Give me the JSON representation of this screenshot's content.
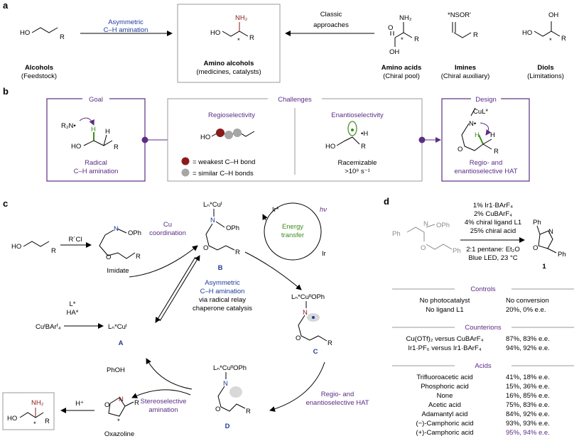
{
  "panel_a": {
    "letter": "a",
    "arrow_left_label": [
      "Asymmetric",
      "C–H amination"
    ],
    "arrow_right_label": [
      "Classic",
      "approaches"
    ],
    "alcohol": {
      "name": "Alcohols",
      "sub": "(Feedstock)"
    },
    "amino_alcohol": {
      "name": "Amino alcohols",
      "sub": "(medicines, catalysts)"
    },
    "amino_acids": {
      "name": "Amino acids",
      "sub": "(Chiral pool)"
    },
    "imines": {
      "name": "Imines",
      "sub": "(Chiral auxiliary)"
    },
    "diols": {
      "name": "Diols",
      "sub": "(Limitations)"
    }
  },
  "panel_b": {
    "letter": "b",
    "goal": {
      "title": "Goal",
      "caption": [
        "Radical",
        "C–H amination"
      ]
    },
    "challenges": {
      "title": "Challenges"
    },
    "regio": {
      "title": "Regioselectivity",
      "legend_weak": "= weakest C–H bond",
      "legend_similar": "= similar C–H bonds"
    },
    "enantio": {
      "title": "Enantioselectivity",
      "caption": "Racemizable",
      "rate": ">10⁸ s⁻¹"
    },
    "design": {
      "title": "Design",
      "caption": [
        "Regio- and",
        "enantioselective HAT"
      ]
    }
  },
  "panel_c": {
    "letter": "c",
    "reagent": "R´Cl",
    "imidate": "Imidate",
    "cu_coord": [
      "Cu",
      "coordination"
    ],
    "energy": [
      "Energy",
      "transfer"
    ],
    "hv": "hν",
    "ir_star": "Ir*",
    "ir": "Ir",
    "center": [
      "Asymmetric",
      "C–H amination",
      "via radical relay",
      "chaperone catalysis"
    ],
    "lstar": "L*",
    "hastar": "HA*",
    "cu_source": "CuᴵBArᶠ₄",
    "catA": "Lₙ*Cuᴵ",
    "phoh": "PhOH",
    "hplus": "H⁺",
    "stereo": [
      "Stereoselective",
      "amination"
    ],
    "oxazoline": "Oxazoline",
    "regio_hat": [
      "Regio- and",
      "enantioselective HAT"
    ],
    "label_A": "A",
    "label_B": "B",
    "label_C": "C",
    "label_D": "D",
    "cuB": "Lₙ*Cuᴵ",
    "cuC": "Lₙ*CuᴵᴵOPh",
    "cuD": "Lₙ*CuᴵᴵOPh"
  },
  "panel_d": {
    "letter": "d",
    "conditions": [
      "1% Ir1·BArF₄",
      "2% CuBArF₄",
      "4% chiral ligand L1",
      "25% chiral acid",
      "2:1 pentane: Et₂O",
      "Blue LED, 23 °C"
    ],
    "product": "1",
    "sections": [
      {
        "title": "Controls",
        "rows": [
          {
            "label": "No photocatalyst",
            "value": "No conversion"
          },
          {
            "label": "No ligand L1",
            "value": "20%, 0% e.e."
          }
        ]
      },
      {
        "title": "Counterions",
        "rows": [
          {
            "label": "Cu(OTf)₂ versus CuBArF₄",
            "value": "87%, 83% e.e."
          },
          {
            "label": "Ir1·PF₆ versus Ir1·BArF₄",
            "value": "94%, 92% e.e."
          }
        ]
      },
      {
        "title": "Acids",
        "rows": [
          {
            "label": "Trifluoroacetic acid",
            "value": "41%, 18% e.e."
          },
          {
            "label": "Phosphoric acid",
            "value": "15%, 36% e.e."
          },
          {
            "label": "None",
            "value": "16%, 85% e.e."
          },
          {
            "label": "Acetic acid",
            "value": "75%, 83% e.e."
          },
          {
            "label": "Adamantyl acid",
            "value": "84%, 92% e.e."
          },
          {
            "label": "(−)-Camphoric acid",
            "value": "93%, 93% e.e."
          },
          {
            "label": "(+)-Camphoric acid",
            "value": "95%, 94% e.e."
          }
        ]
      }
    ]
  },
  "colors": {
    "purple": "#5b2d86",
    "blue": "#1f3c9c",
    "red": "#8b1a1a",
    "green": "#3f8a1f",
    "gray": "#a6a6a6"
  }
}
